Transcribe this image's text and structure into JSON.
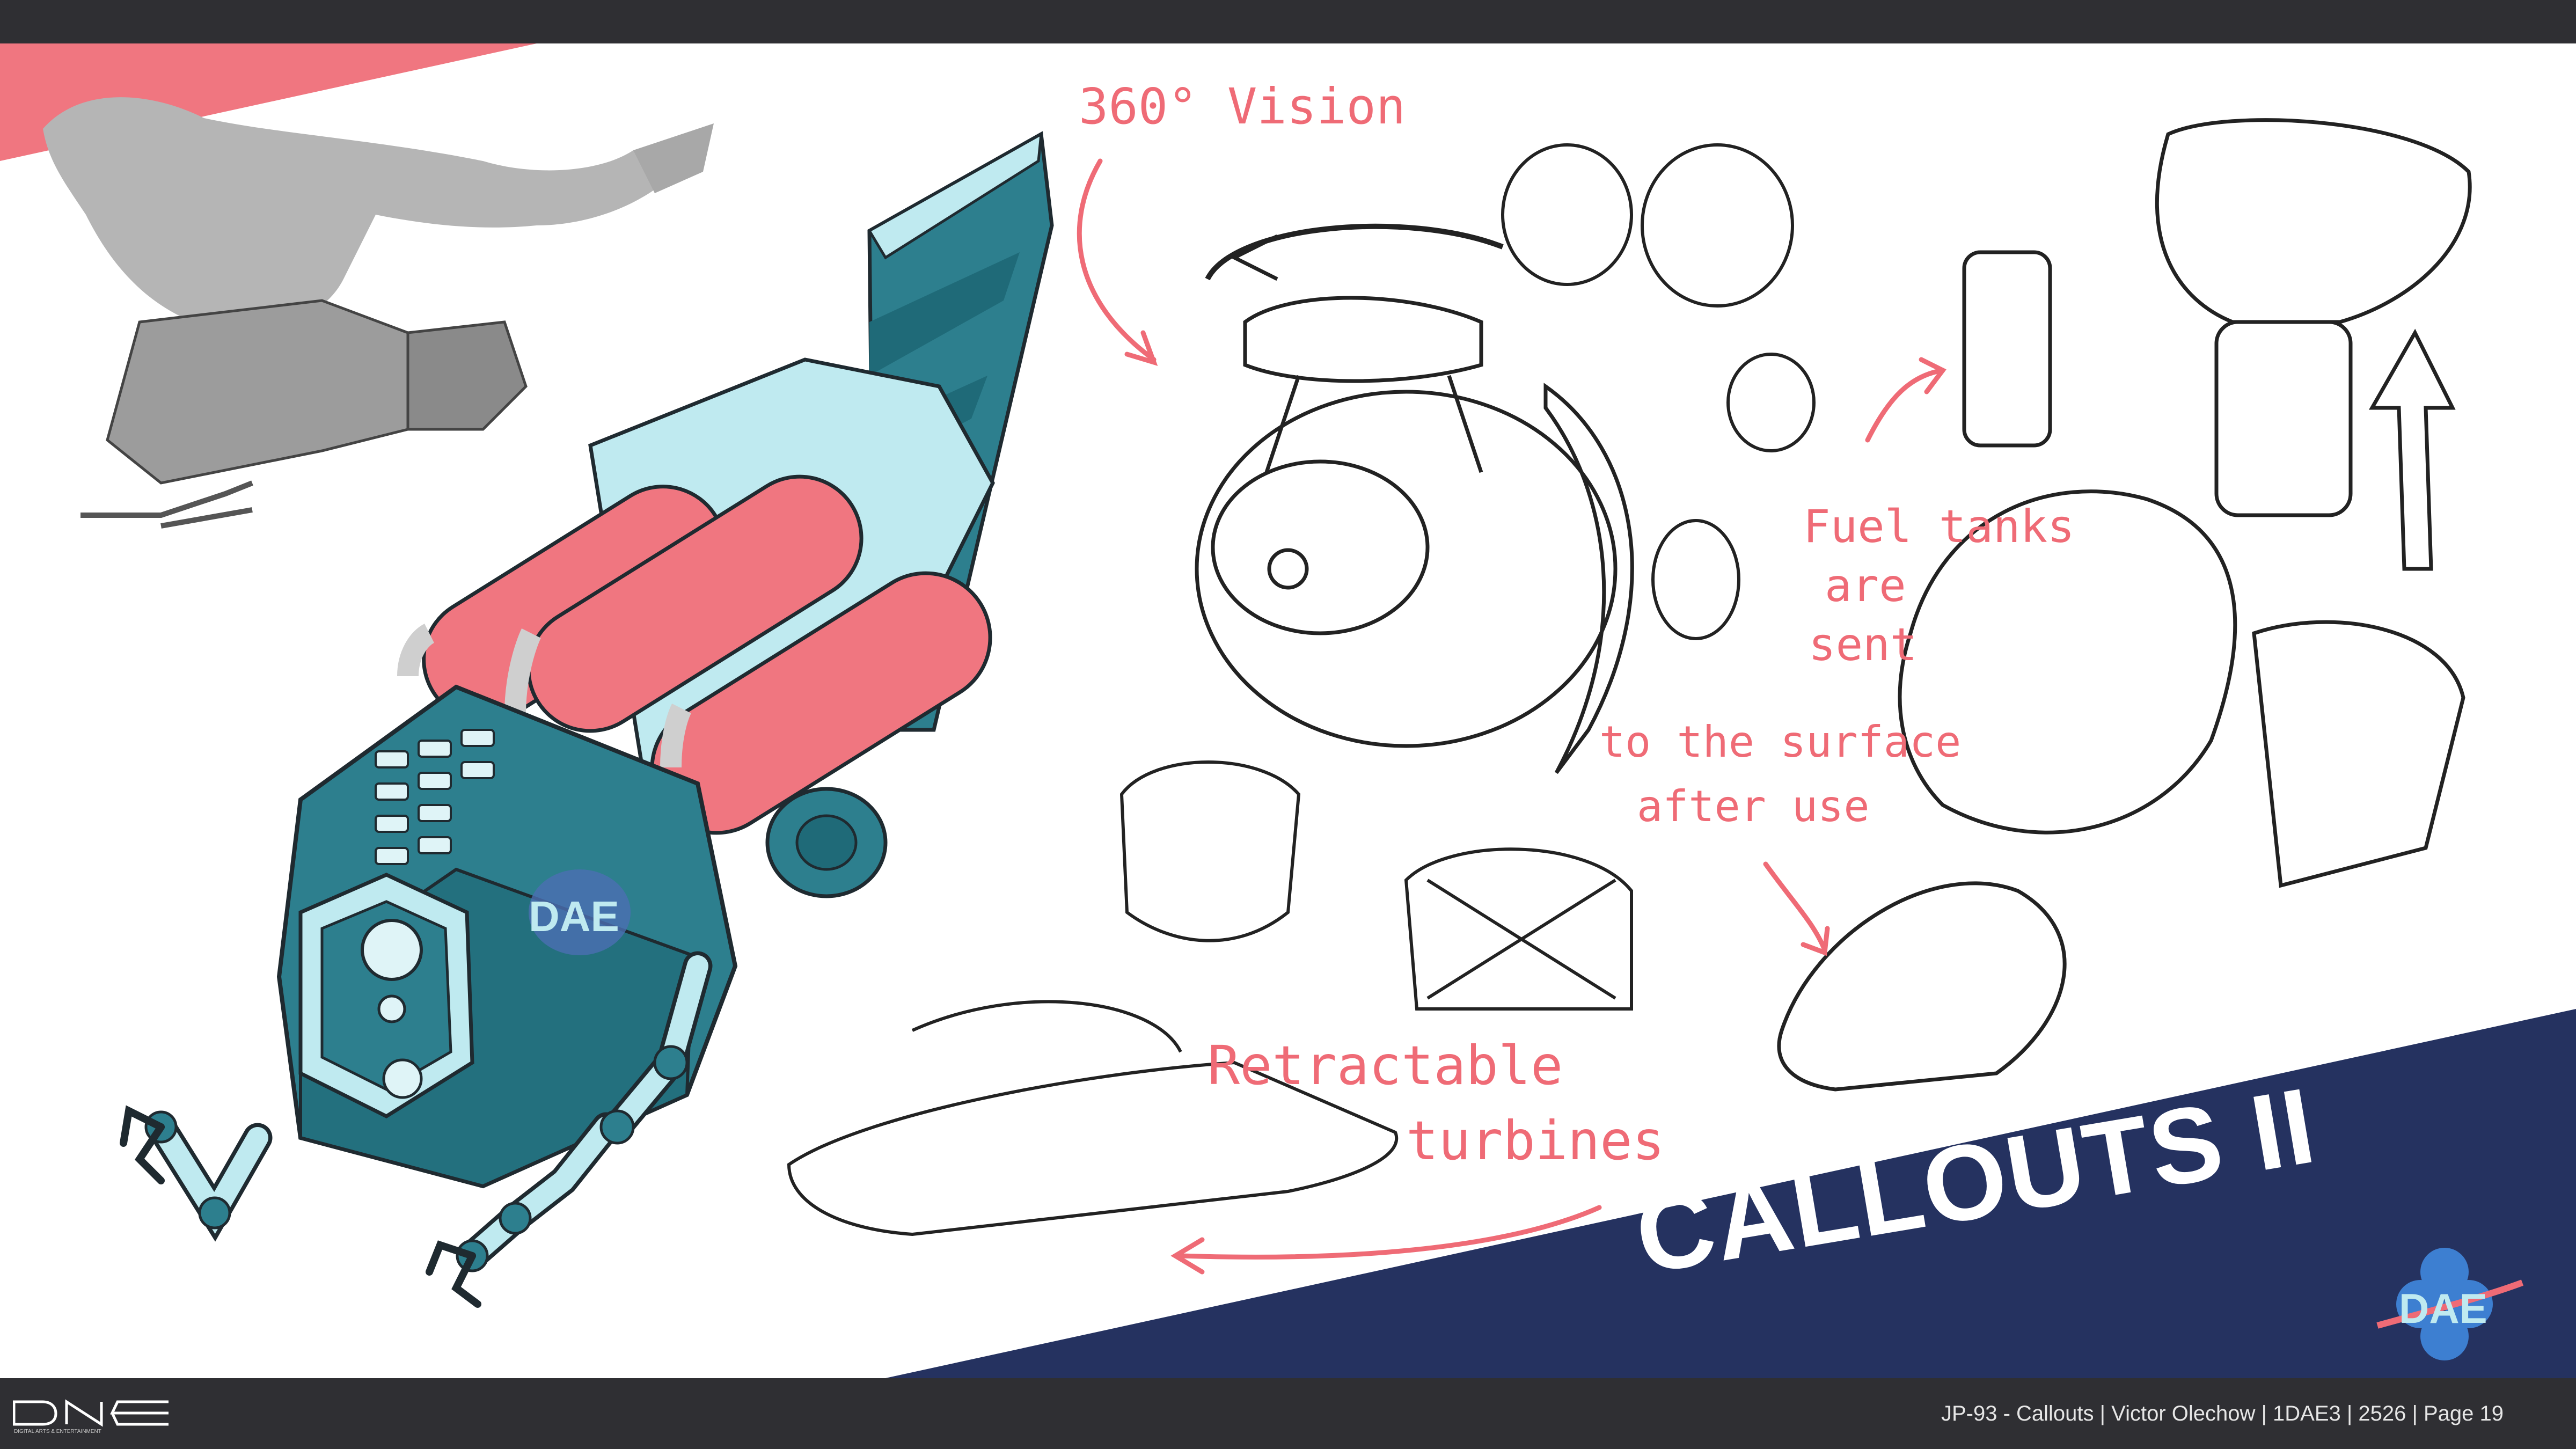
{
  "page": {
    "title": "CALLOUTS II",
    "footer": "JP-93 - Callouts | Victor Olechow | 1DAE3 | 2526 | Page 19",
    "footer_logo_sub": "DIGITAL ARTS & ENTERTAINMENT",
    "badge": "DAE"
  },
  "callouts": {
    "vision": "360° Vision",
    "fuel_1": "Fuel tanks",
    "fuel_2": "are",
    "fuel_3": "sent",
    "fuel_4": "to the surface",
    "fuel_5": "after use",
    "turbines_1": "Retractable",
    "turbines_2": "turbines"
  },
  "colors": {
    "accent_pink": "#ef6b76",
    "teal": "#2d7f8e",
    "navy": "#253260",
    "bar": "#2f2f33"
  }
}
